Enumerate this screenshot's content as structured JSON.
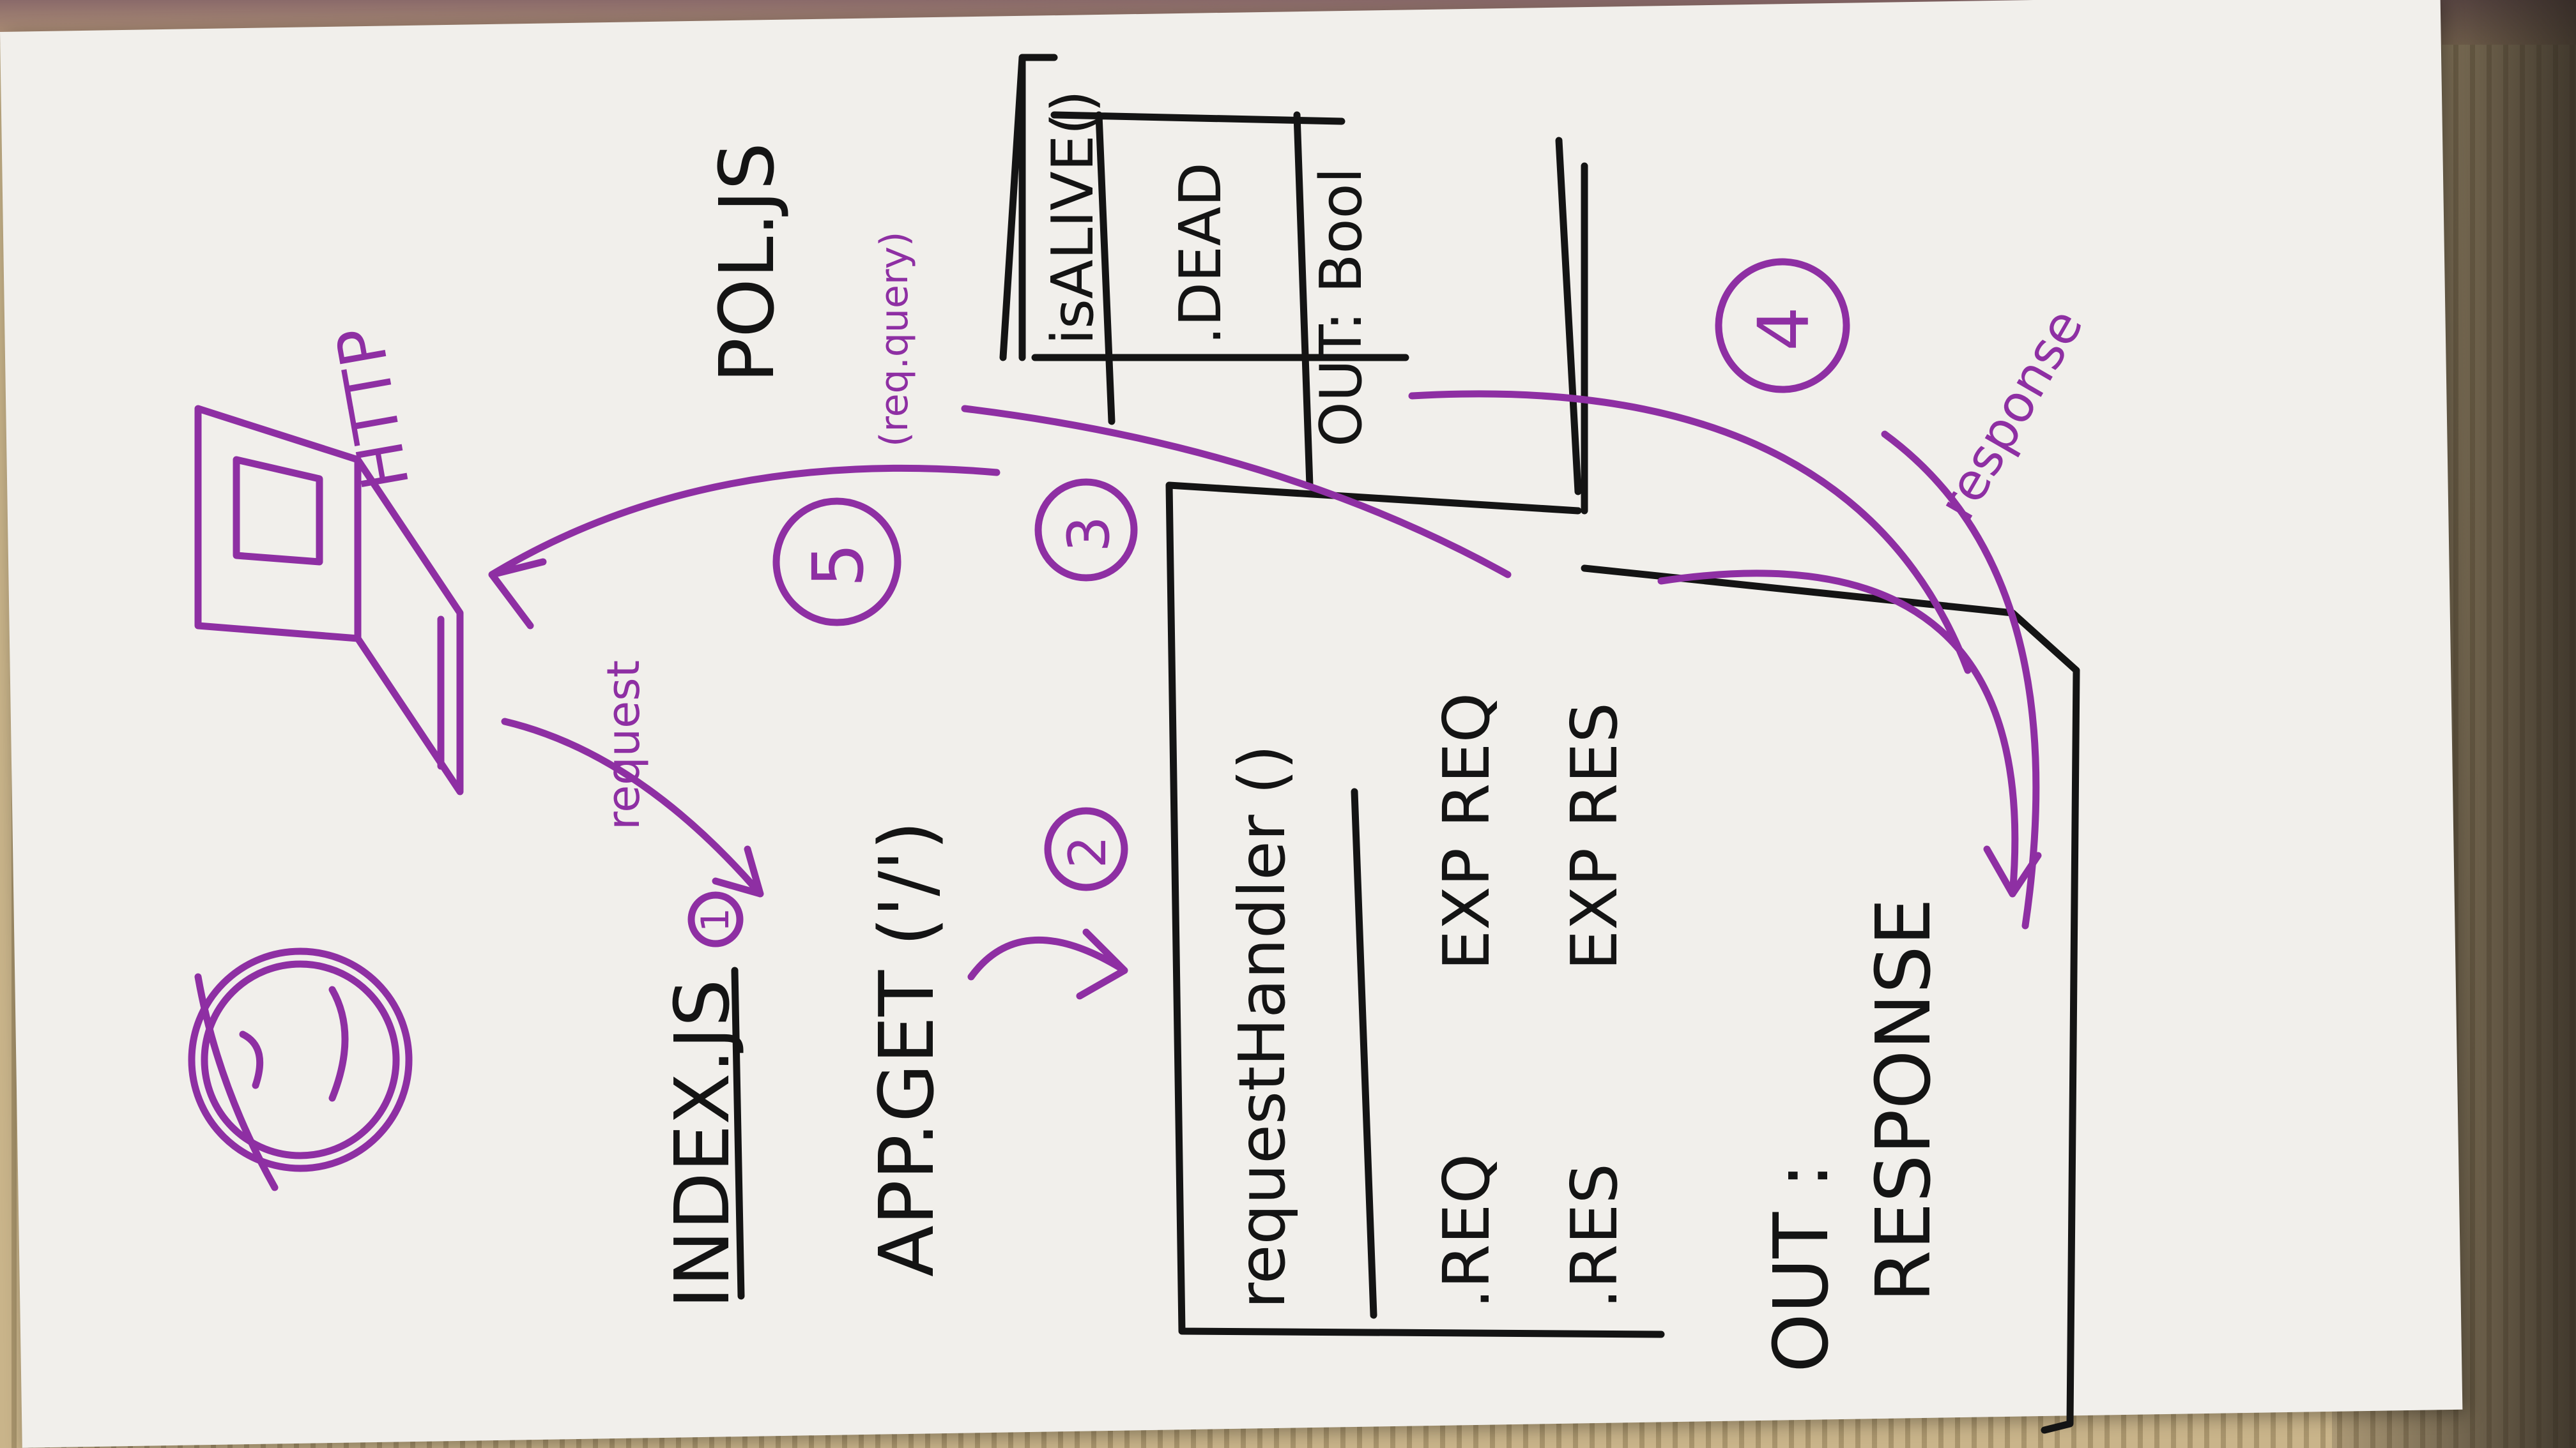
{
  "photo": {
    "subject": "handwritten sketch on paper card",
    "ink_colors": {
      "black": "#141414",
      "purple": "#8e2fa3"
    },
    "paper_color": "#f1efeb"
  },
  "left_section": {
    "file_name": "INDEX.JS",
    "route_call": "APP.GET ('/')",
    "out_label": "OUT :",
    "out_value": "RESPONSE"
  },
  "handler_box": {
    "title": "requestHandler ()",
    "left_items": [
      ".REQ",
      ".RES"
    ],
    "right_items": [
      "EXP REQ",
      "EXP RES"
    ]
  },
  "right_section": {
    "file_name": "POL.JS",
    "method_top": "isALIVE()",
    "method_bottom": ".DEAD",
    "out_bool": "OUT: Bool"
  },
  "annotations": {
    "step_1": "1",
    "step_2": "2",
    "step_3": "3",
    "step_4": "4",
    "step_5": "5",
    "req_label": "request",
    "res_label": "response",
    "protocol": "HTTP",
    "params_note": "(req.query)"
  }
}
